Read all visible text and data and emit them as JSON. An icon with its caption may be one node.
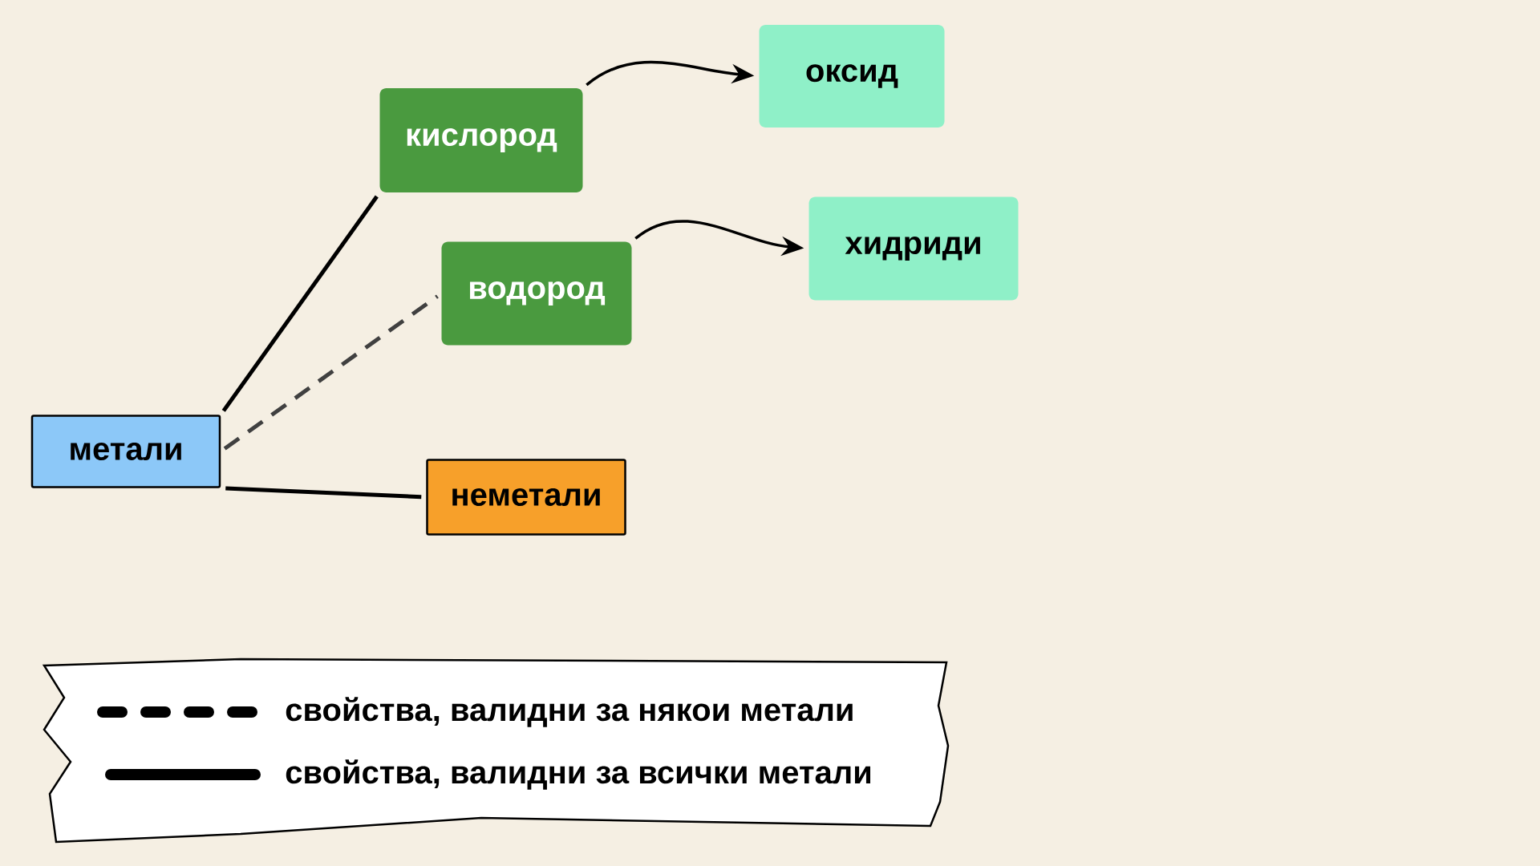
{
  "diagram": {
    "nodes": [
      {
        "text": [
          "кислород"
        ]
      },
      {
        "text": [
          "оксид"
        ]
      },
      {
        "text": [
          "водород"
        ]
      },
      {
        "text": [
          "хидриди"
        ]
      },
      {
        "text": [
          "метали"
        ]
      },
      {
        "text": [
          "неметали"
        ]
      }
    ],
    "edges": [
      {
        "from": 4,
        "to": 0,
        "arrow": "none"
      },
      {
        "from": 4,
        "to": 2,
        "arrow": "none",
        "style": "dashed"
      },
      {
        "from": 4,
        "to": 5,
        "arrow": "none"
      },
      {
        "from": 0,
        "to": 1,
        "arrow": "to"
      },
      {
        "from": 2,
        "to": 3,
        "arrow": "to"
      }
    ],
    "legend": [
      {
        "text": "свойства, валидни за някои метали"
      },
      {
        "text": "свойства, валидни за всички метали"
      }
    ]
  }
}
